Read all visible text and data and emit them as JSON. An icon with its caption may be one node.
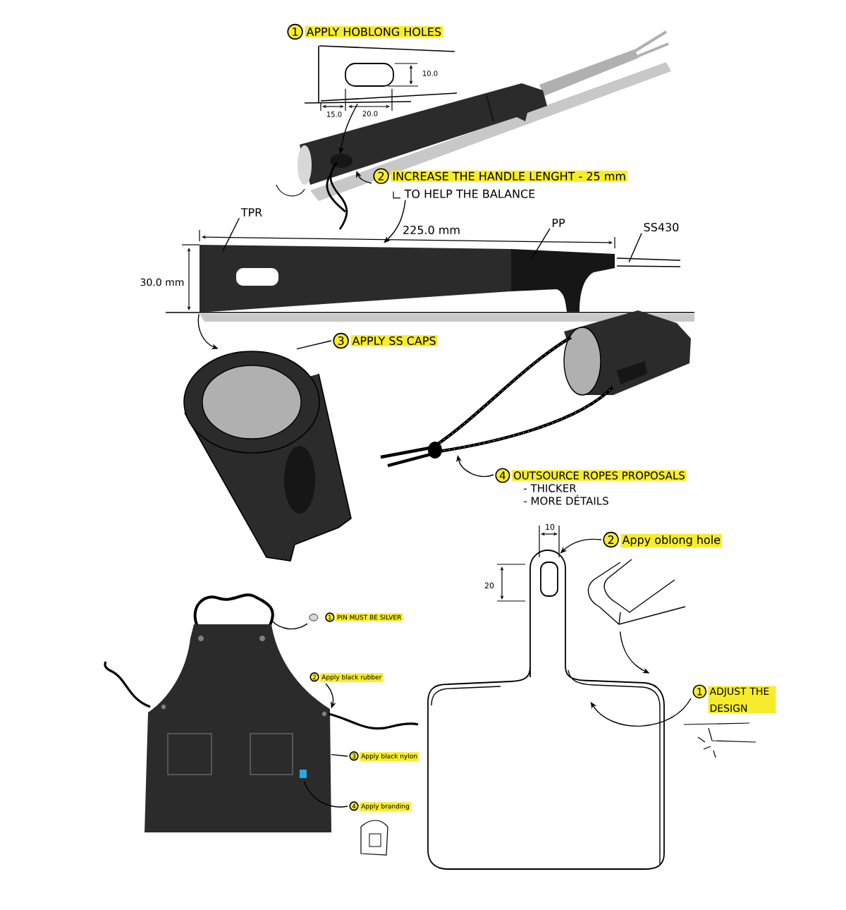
{
  "diagram": {
    "nodes": [
      {
        "text": [
          "1",
          "APPLY HOBLONG HOLES"
        ]
      },
      {
        "text": [],
        "shape": "picture"
      },
      {
        "text": [],
        "shape": "picture"
      },
      {
        "text": [
          "2",
          "INCREASE THE HANDLE LENGHT - 25 mm",
          "TO HELP THE BALANCE"
        ]
      },
      {
        "text": [],
        "shape": "picture"
      },
      {
        "text": [
          "TPR"
        ]
      },
      {
        "text": [
          "PP"
        ]
      },
      {
        "text": [
          "SS430"
        ]
      },
      {
        "text": [],
        "shape": "picture"
      },
      {
        "text": [
          "3",
          "APPLY SS CAPS"
        ]
      },
      {
        "text": [],
        "shape": "picture"
      },
      {
        "text": [
          "4",
          "OUTSOURCE ROPES PROPOSALS",
          "- THICKER",
          "- MORE DÉTAILS"
        ]
      },
      {
        "text": [],
        "shape": "picture"
      },
      {
        "text": [
          "1",
          "PIN MUST BE SILVER"
        ]
      },
      {
        "text": [
          "2",
          "Apply black rubber"
        ]
      },
      {
        "text": [
          "3",
          "Apply black nylon"
        ]
      },
      {
        "text": [
          "4",
          "Apply branding"
        ]
      },
      {
        "text": [],
        "shape": "picture"
      },
      {
        "text": [
          "2",
          "Appy oblong hole"
        ]
      },
      {
        "text": [
          "1",
          "ADJUST THE DESIGN"
        ]
      },
      {
        "text": [],
        "shape": "picture"
      }
    ],
    "edges": [
      {
        "from": 1,
        "to": 2,
        "arrow": "to"
      },
      {
        "from": 3,
        "to": 2,
        "arrow": "to"
      },
      {
        "from": 3,
        "to": 4,
        "arrow": "to"
      },
      {
        "from": 5,
        "to": 4,
        "arrow": "none"
      },
      {
        "from": 6,
        "to": 4,
        "arrow": "none"
      },
      {
        "from": 7,
        "to": 4,
        "arrow": "none"
      },
      {
        "from": 4,
        "to": 8,
        "arrow": "to"
      },
      {
        "from": 9,
        "to": 8,
        "arrow": "none"
      },
      {
        "from": 11,
        "to": 10,
        "arrow": "to"
      },
      {
        "from": 13,
        "to": 12,
        "arrow": "none"
      },
      {
        "from": 14,
        "to": 12,
        "arrow": "to"
      },
      {
        "from": 15,
        "to": 12,
        "arrow": "none"
      },
      {
        "from": 16,
        "to": 12,
        "arrow": "none"
      },
      {
        "from": 18,
        "to": 17,
        "arrow": "to"
      },
      {
        "from": 19,
        "to": 17,
        "arrow": "to"
      },
      {
        "from": 20,
        "to": 17,
        "arrow": "to"
      }
    ],
    "labels": [
      "10.0",
      "15.0",
      "20.0",
      "225.0 mm",
      "30.0 mm",
      "10",
      "20"
    ]
  }
}
